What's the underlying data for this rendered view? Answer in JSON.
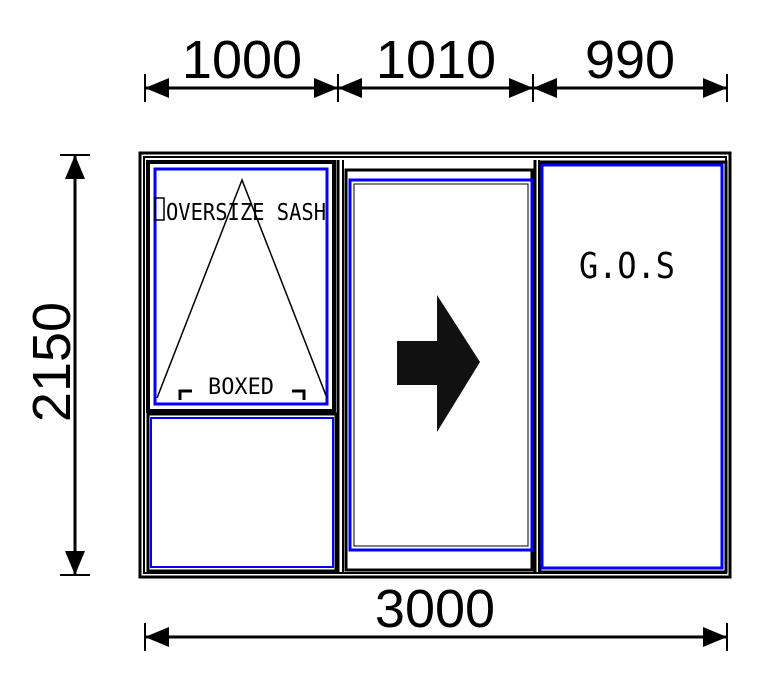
{
  "dimensions": {
    "widths": [
      "1000",
      "1010",
      "990"
    ],
    "total_width": "3000",
    "height": "2150"
  },
  "panels": {
    "left_top_label": "OVERSIZE SASH",
    "left_top_sublabel": "BOXED",
    "right_label": "G.O.S"
  },
  "colors": {
    "frame": "#000000",
    "glass_bead": "#0000ff"
  }
}
